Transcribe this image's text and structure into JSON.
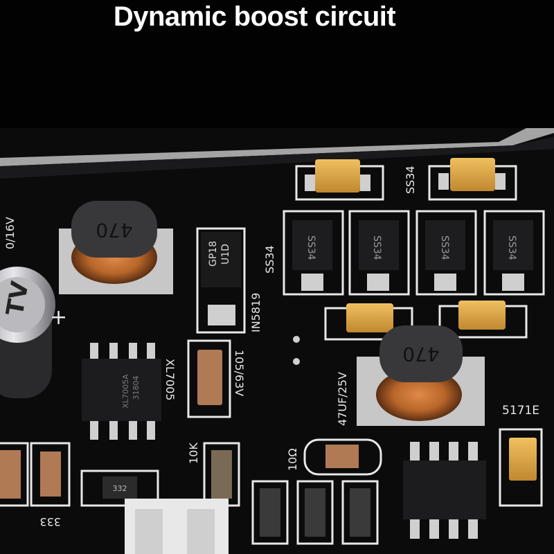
{
  "caption": "Dynamic boost circuit",
  "board": {
    "inductor_marking": "470",
    "diode_marking": "SS34",
    "diode_silkscreen": "SS34",
    "schottky_label": "IN5819",
    "schottky_marking_line1": "GP18",
    "schottky_marking_line2": "U1D",
    "ic_label": "XL7005",
    "ic_marking_line1": "XL7005A",
    "ic_marking_line2": "31804",
    "input_cap_label": "0/16V",
    "input_cap_marking": "TV",
    "cap_105": "105/63V",
    "cap_47uf": "47UF/25V",
    "resistor_10k": "10K",
    "resistor_10": "10Ω",
    "resistor_332": "332",
    "resistor_333": "333",
    "cap_label_5171e": "5171E",
    "cap_marking_470": "470",
    "plus_mark": "+",
    "colors": {
      "pcb": "#0b0b0c",
      "pad": "#c9c9c9",
      "silkscreen": "#e8e8e8",
      "tantalum": "#d9a441",
      "coil_copper": "#b8662a"
    }
  }
}
